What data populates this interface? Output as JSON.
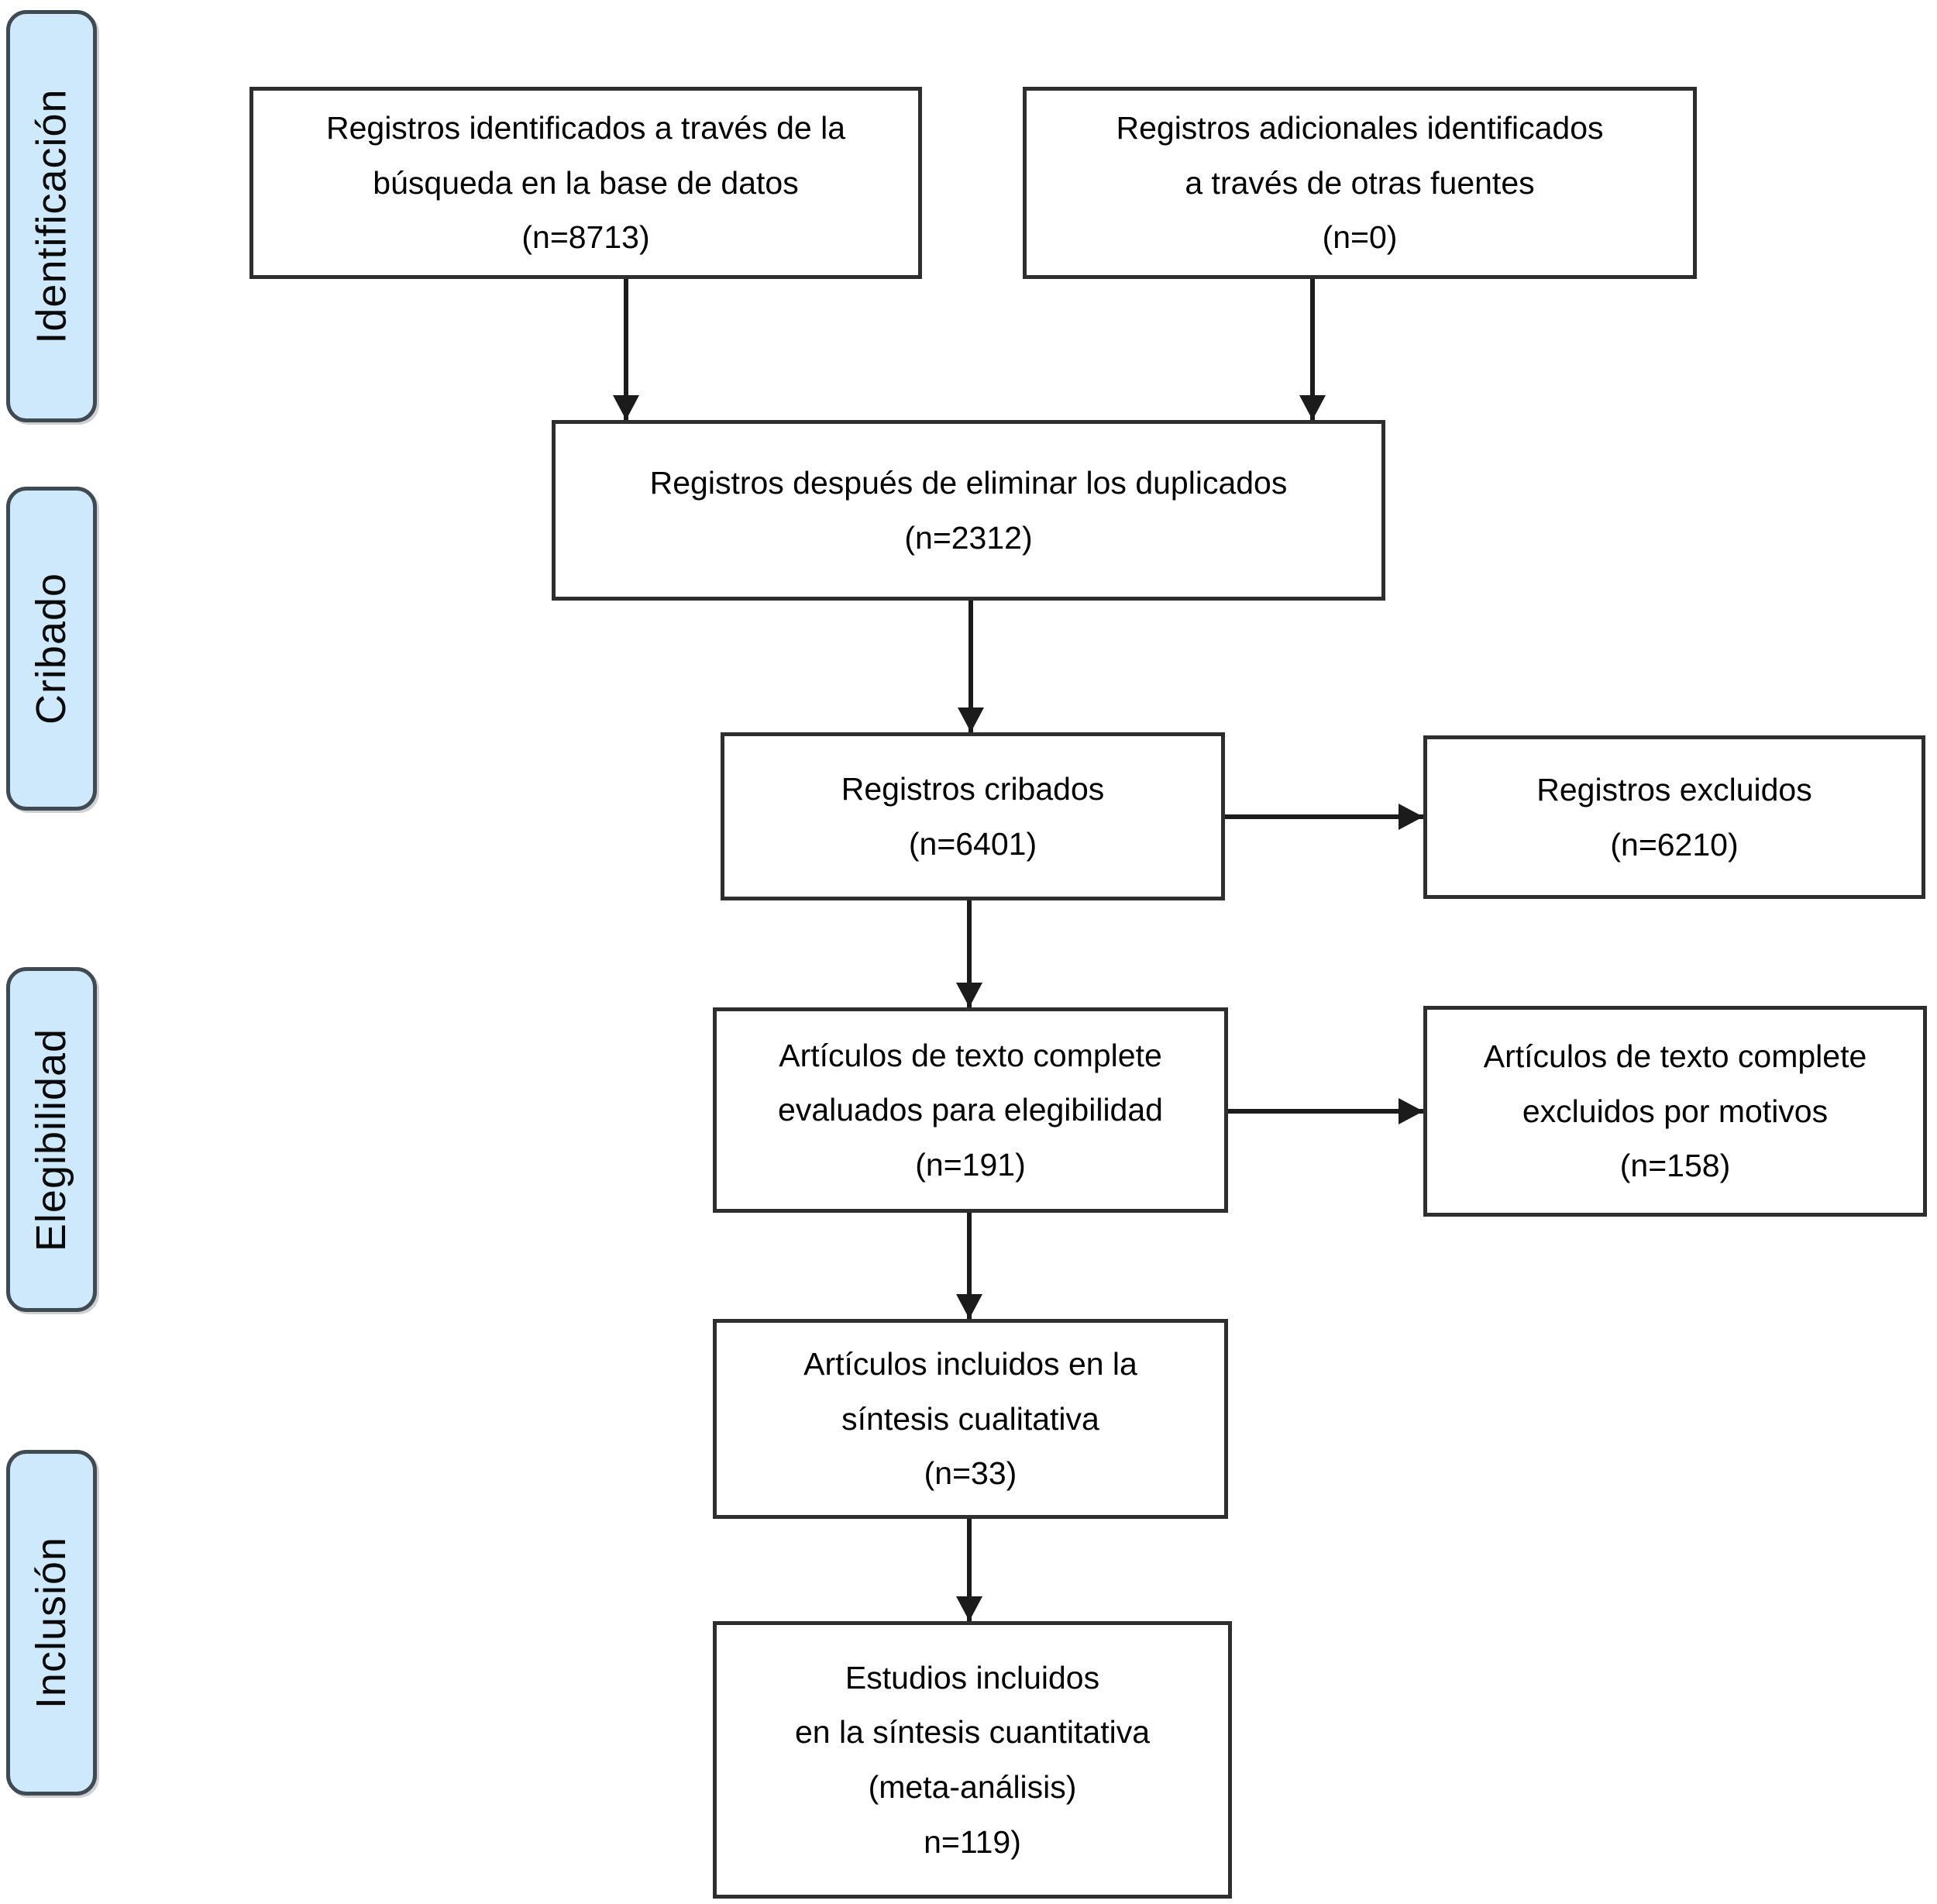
{
  "stages": [
    {
      "label": "Identificación"
    },
    {
      "label": "Cribado"
    },
    {
      "label": "Elegibilidad"
    },
    {
      "label": "Inclusión"
    }
  ],
  "nodes": [
    {
      "id": "records-identified-database",
      "n": 8713,
      "lines": [
        "Registros identificados a través de la",
        "búsqueda en la base de datos",
        "(n=8713)"
      ]
    },
    {
      "id": "records-other-sources",
      "n": 0,
      "lines": [
        "Registros adicionales identificados",
        "a través de otras fuentes",
        "(n=0)"
      ]
    },
    {
      "id": "records-after-duplicates",
      "n": 2312,
      "lines": [
        "Registros después de eliminar los duplicados",
        "(n=2312)"
      ]
    },
    {
      "id": "records-screened",
      "n": 6401,
      "lines": [
        "Registros cribados",
        "(n=6401)"
      ]
    },
    {
      "id": "records-excluded",
      "n": 6210,
      "lines": [
        "Registros excluidos",
        "(n=6210)"
      ]
    },
    {
      "id": "fulltext-assessed",
      "n": 191,
      "lines": [
        "Artículos de texto complete",
        "evaluados para elegibilidad",
        "(n=191)"
      ]
    },
    {
      "id": "fulltext-excluded",
      "n": 158,
      "lines": [
        "Artículos de texto complete",
        "excluidos por motivos",
        "(n=158)"
      ]
    },
    {
      "id": "qualitative-synthesis",
      "n": 33,
      "lines": [
        "Artículos incluidos en la",
        "síntesis cualitativa",
        "(n=33)"
      ]
    },
    {
      "id": "quantitative-synthesis",
      "n": 119,
      "lines": [
        "Estudios incluidos",
        "en la síntesis cuantitativa",
        "(meta-análisis)",
        "n=119)"
      ]
    }
  ],
  "edges": [
    {
      "from": "records-identified-database",
      "to": "records-after-duplicates"
    },
    {
      "from": "records-other-sources",
      "to": "records-after-duplicates"
    },
    {
      "from": "records-after-duplicates",
      "to": "records-screened"
    },
    {
      "from": "records-screened",
      "to": "records-excluded"
    },
    {
      "from": "records-screened",
      "to": "fulltext-assessed"
    },
    {
      "from": "fulltext-assessed",
      "to": "fulltext-excluded"
    },
    {
      "from": "fulltext-assessed",
      "to": "qualitative-synthesis"
    },
    {
      "from": "qualitative-synthesis",
      "to": "quantitative-synthesis"
    }
  ],
  "colors": {
    "stage_fill": "#cfe9fc",
    "stage_border": "#3f4a52",
    "node_fill": "#ffffff",
    "node_border": "#2e2e2e",
    "arrow": "#1b1b1b",
    "text": "#000000",
    "background": "#ffffff"
  }
}
